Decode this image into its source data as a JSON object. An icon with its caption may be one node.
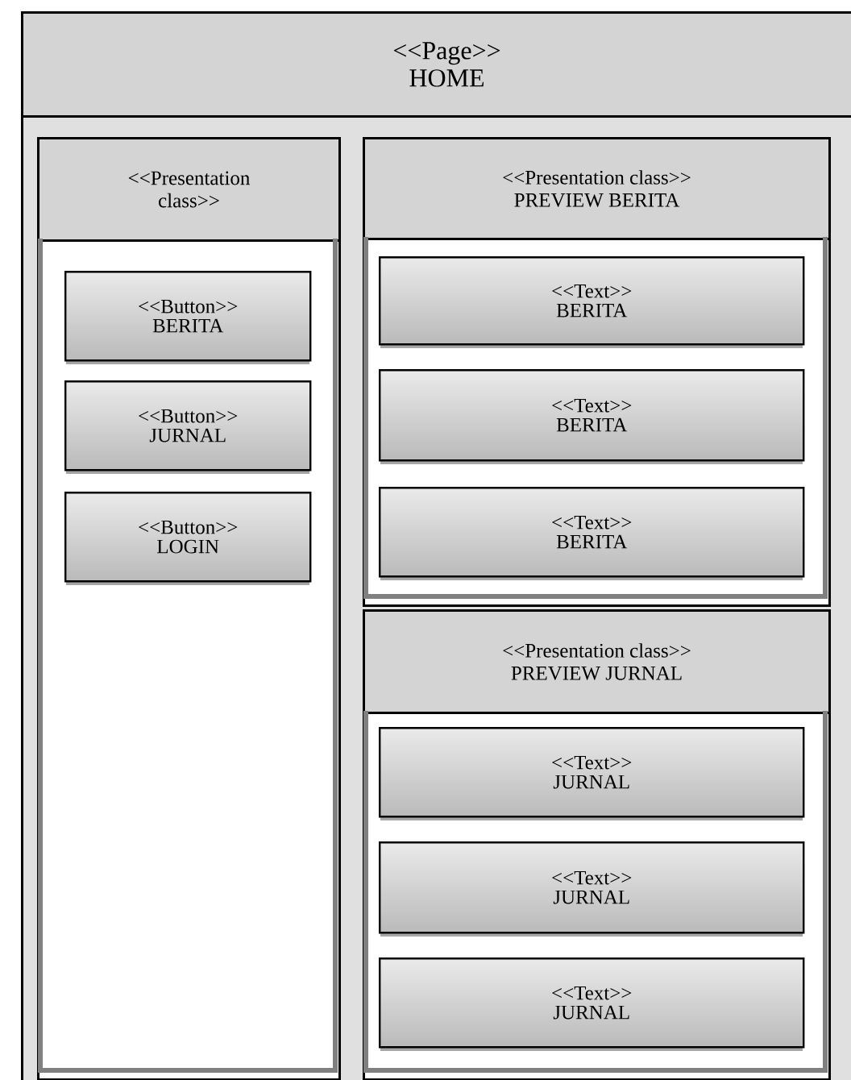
{
  "diagram": {
    "nodes": [
      {
        "text": [
          "<<Page>>",
          "HOME"
        ]
      },
      {
        "text": [
          "<<Presentation class>>"
        ],
        "in": 0
      },
      {
        "text": [
          "<<Button>>",
          "BERITA"
        ],
        "in": 1
      },
      {
        "text": [
          "<<Button>>",
          "JURNAL"
        ],
        "in": 1
      },
      {
        "text": [
          "<<Button>>",
          "LOGIN"
        ],
        "in": 1
      },
      {
        "text": [
          "<<Presentation class>>",
          "PREVIEW BERITA"
        ],
        "in": 0
      },
      {
        "text": [
          "<<Text>>",
          "BERITA"
        ],
        "in": 5
      },
      {
        "text": [
          "<<Text>>",
          "BERITA"
        ],
        "in": 5
      },
      {
        "text": [
          "<<Text>>",
          "BERITA"
        ],
        "in": 5
      },
      {
        "text": [
          "<<Presentation class>>",
          "PREVIEW JURNAL"
        ],
        "in": 0
      },
      {
        "text": [
          "<<Text>>",
          "JURNAL"
        ],
        "in": 9
      },
      {
        "text": [
          "<<Text>>",
          "JURNAL"
        ],
        "in": 9
      },
      {
        "text": [
          "<<Text>>",
          "JURNAL"
        ],
        "in": 9
      }
    ]
  }
}
